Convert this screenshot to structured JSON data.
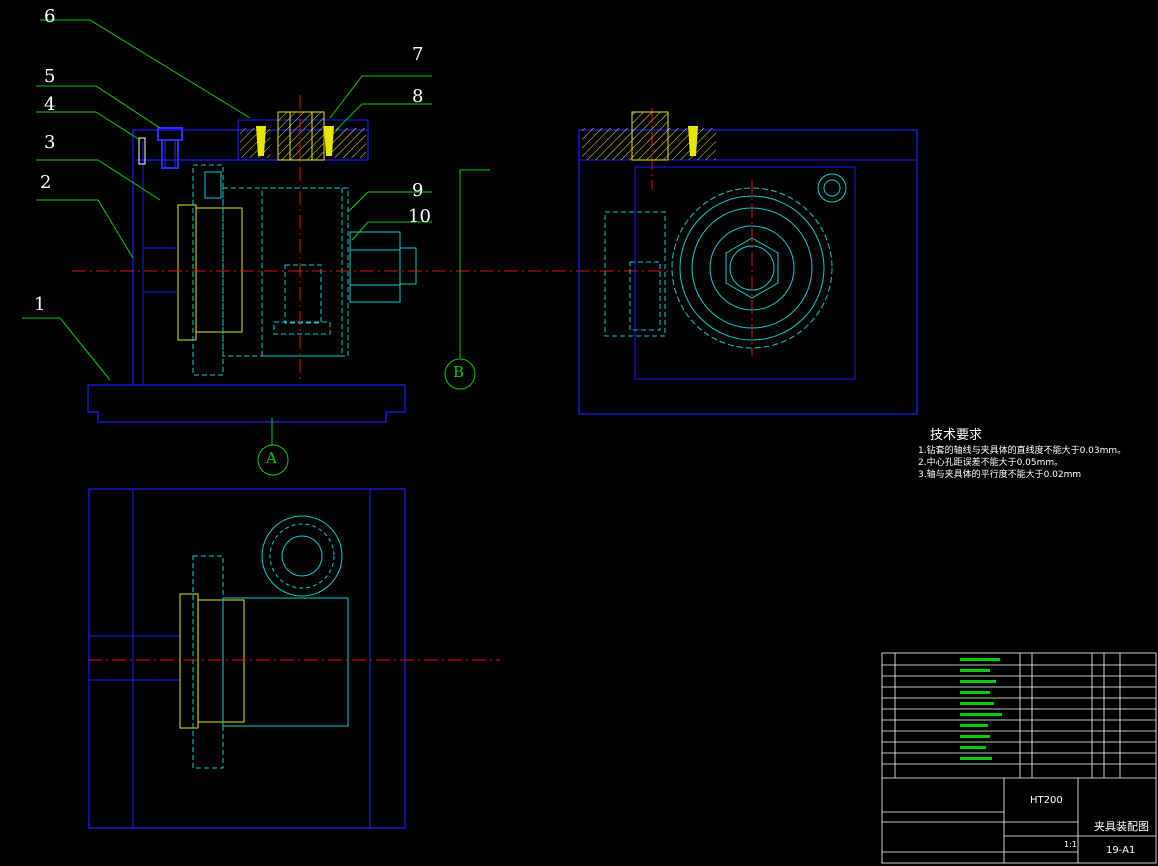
{
  "drawing": {
    "balloons": [
      "1",
      "2",
      "3",
      "4",
      "5",
      "6",
      "7",
      "8",
      "9",
      "10"
    ],
    "view_markers": {
      "a": "A",
      "b": "B"
    },
    "tech_requirements": {
      "heading": "技术要求",
      "items": [
        "1.钻套的轴线与夹具体的直线度不能大于0.03mm。",
        "2.中心孔距误差不能大于0.05mm。",
        "3.轴与夹具体的平行度不能大于0.02mm"
      ]
    },
    "title_block": {
      "material": "HT200",
      "drawing_name": "夹具装配图",
      "drawing_no": "19-A1",
      "scale": "1:1"
    },
    "colors": {
      "frame": "#1a1aff",
      "center_line": "#e01010",
      "leader": "#00cc00",
      "hidden": "#00cccc",
      "yellow": "#e6e600",
      "white": "#ffffff"
    }
  }
}
